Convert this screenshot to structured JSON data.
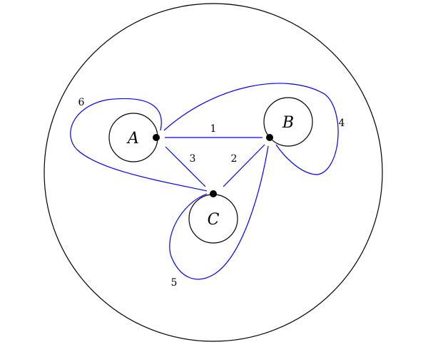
{
  "colors": {
    "outline": "#000000",
    "edge": "#0000ff",
    "vertex": "#000000"
  },
  "nodes": [
    {
      "id": "A",
      "label": "A"
    },
    {
      "id": "B",
      "label": "B"
    },
    {
      "id": "C",
      "label": "C"
    }
  ],
  "edges": [
    {
      "id": "1",
      "label": "1",
      "from": "A",
      "to": "B"
    },
    {
      "id": "2",
      "label": "2",
      "from": "B",
      "to": "C"
    },
    {
      "id": "3",
      "label": "3",
      "from": "A",
      "to": "C"
    },
    {
      "id": "4",
      "label": "4",
      "from": "A",
      "to": "B"
    },
    {
      "id": "5",
      "label": "5",
      "from": "C",
      "to": "B"
    },
    {
      "id": "6",
      "label": "6",
      "from": "A",
      "to": "C"
    }
  ]
}
